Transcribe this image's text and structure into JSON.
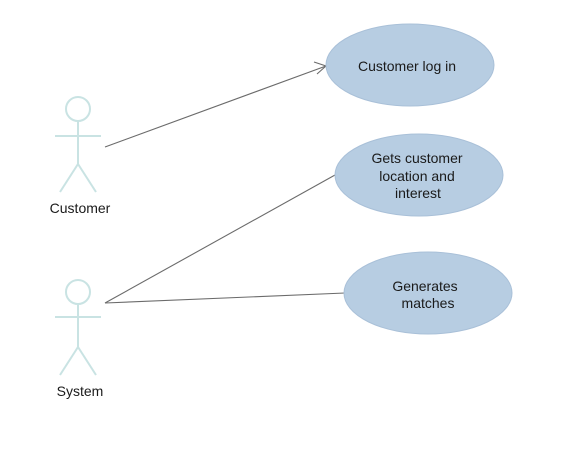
{
  "diagram": {
    "type": "use-case",
    "colors": {
      "usecase_fill": "#b7cde2",
      "usecase_stroke": "#a9c0d8",
      "actor_stroke": "#c9e3e3",
      "association_line": "#6b6b6b",
      "text": "#1a1a1a"
    },
    "actors": [
      {
        "id": "customer",
        "name": "Customer"
      },
      {
        "id": "system",
        "name": "System"
      }
    ],
    "usecases": [
      {
        "id": "login",
        "lines": [
          "Customer log in"
        ]
      },
      {
        "id": "location",
        "lines": [
          "Gets customer",
          "location and",
          "interest"
        ]
      },
      {
        "id": "matches",
        "lines": [
          "Generates",
          "matches"
        ]
      }
    ],
    "associations": [
      {
        "from": "customer",
        "to": "login",
        "arrow": true
      },
      {
        "from": "system",
        "to": "location",
        "arrow": false
      },
      {
        "from": "system",
        "to": "matches",
        "arrow": false
      }
    ]
  }
}
